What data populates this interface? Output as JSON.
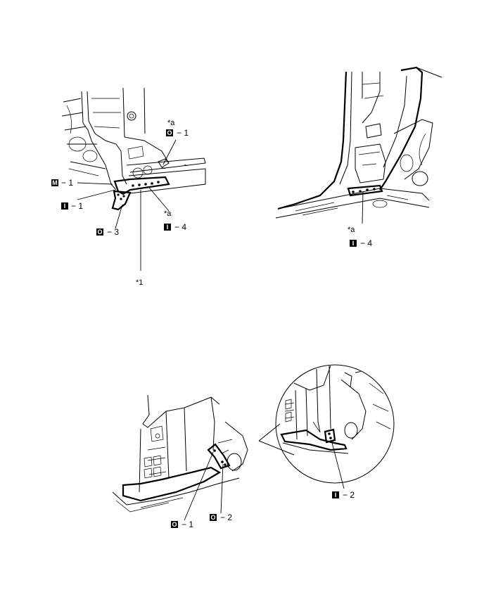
{
  "badge_codes": {
    "M": "M",
    "I": "I",
    "O": "O"
  },
  "views": {
    "view1": {
      "labels": [
        {
          "id": "a-top",
          "text": "*a"
        },
        {
          "id": "o1",
          "badge": "O",
          "text": "− 1"
        },
        {
          "id": "m1",
          "badge": "M",
          "text": "− 1"
        },
        {
          "id": "i1",
          "badge": "I",
          "text": "− 1"
        },
        {
          "id": "a-mid",
          "text": "*a"
        },
        {
          "id": "i4",
          "badge": "I",
          "text": "− 4"
        },
        {
          "id": "o3",
          "badge": "O",
          "text": "− 3"
        },
        {
          "id": "star1",
          "text": "*1"
        }
      ]
    },
    "view2": {
      "labels": [
        {
          "id": "a",
          "text": "*a"
        },
        {
          "id": "i4",
          "badge": "I",
          "text": "− 4"
        }
      ]
    },
    "view3": {
      "labels": [
        {
          "id": "o1",
          "badge": "O",
          "text": "− 1"
        },
        {
          "id": "o2",
          "badge": "O",
          "text": "− 2"
        }
      ]
    },
    "view4": {
      "labels": [
        {
          "id": "i2",
          "badge": "I",
          "text": "− 2"
        }
      ]
    }
  }
}
